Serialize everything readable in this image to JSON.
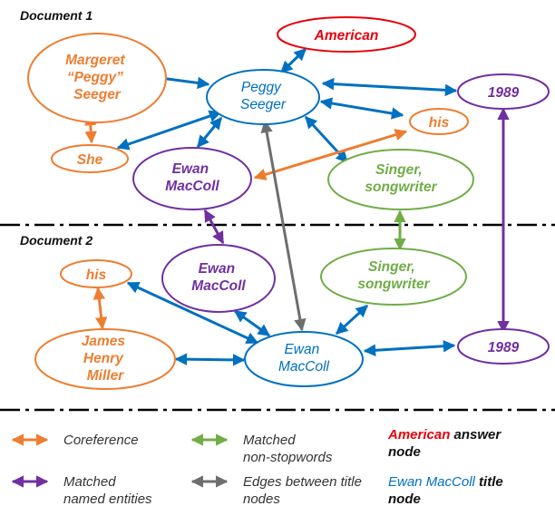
{
  "colors": {
    "coreference": "#ed7d31",
    "named_entity": "#7030a0",
    "title": "#0070c0",
    "answer": "#e8000b",
    "non_stopword": "#70ad47",
    "title_edge": "#6e6e6e"
  },
  "sections": {
    "doc1": "Document 1",
    "doc2": "Document 2"
  },
  "nodes": {
    "american": [
      "American"
    ],
    "margaret": [
      "Margeret",
      "“Peggy”",
      "Seeger"
    ],
    "peggy": [
      "Peggy",
      "Seeger"
    ],
    "d1_1989": [
      "1989"
    ],
    "d1_his": [
      "his"
    ],
    "she": [
      "She"
    ],
    "d1_ewan": [
      "Ewan",
      "MacColl"
    ],
    "d1_singer": [
      "Singer,",
      "songwriter"
    ],
    "d2_his": [
      "his"
    ],
    "d2_ewan": [
      "Ewan",
      "MacColl"
    ],
    "d2_singer": [
      "Singer,",
      "songwriter"
    ],
    "james": [
      "James",
      "Henry",
      "Miller"
    ],
    "d2_title": [
      "Ewan",
      "MacColl"
    ],
    "d2_1989": [
      "1989"
    ]
  },
  "legend": {
    "coreference": [
      "Coreference"
    ],
    "non_stopwords": [
      "Matched",
      "non-stopwords"
    ],
    "named_entities": [
      "Matched",
      "named entities"
    ],
    "title_edges": [
      "Edges between title",
      "nodes"
    ],
    "answer_key": "American",
    "answer_rest": [
      "answer",
      "node"
    ],
    "title_key": "Ewan MacColl",
    "title_rest": [
      "title",
      "node"
    ]
  }
}
